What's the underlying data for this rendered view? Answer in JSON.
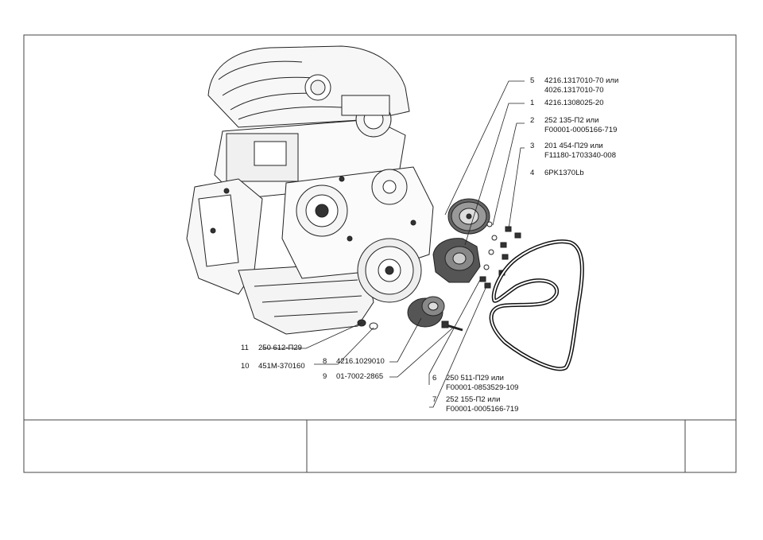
{
  "callouts": [
    {
      "num": "5",
      "line1": "4216.1317010-70 или",
      "line2": "4026.1317010-70"
    },
    {
      "num": "1",
      "line1": "4216.1308025-20",
      "line2": ""
    },
    {
      "num": "2",
      "line1": "252 135-П2 или",
      "line2": "F00001-0005166-719"
    },
    {
      "num": "3",
      "line1": "201 454-П29 или",
      "line2": "F11180-1703340-008"
    },
    {
      "num": "4",
      "line1": "6PK1370Lb",
      "line2": ""
    },
    {
      "num": "11",
      "line1": "250 612-П29",
      "line2": ""
    },
    {
      "num": "10",
      "line1": "451М-370160",
      "line2": ""
    },
    {
      "num": "8",
      "line1": "4216.1029010",
      "line2": ""
    },
    {
      "num": "9",
      "line1": "01-7002-2865",
      "line2": ""
    },
    {
      "num": "6",
      "line1": "250 511-П29 или",
      "line2": "F00001-0853529-109"
    },
    {
      "num": "7",
      "line1": "252 155-П2 или",
      "line2": "F00001-0005166-719"
    }
  ],
  "colors": {
    "line": "#222222",
    "frame": "#444444",
    "fill": "#eeeeee",
    "dark": "#333333"
  }
}
